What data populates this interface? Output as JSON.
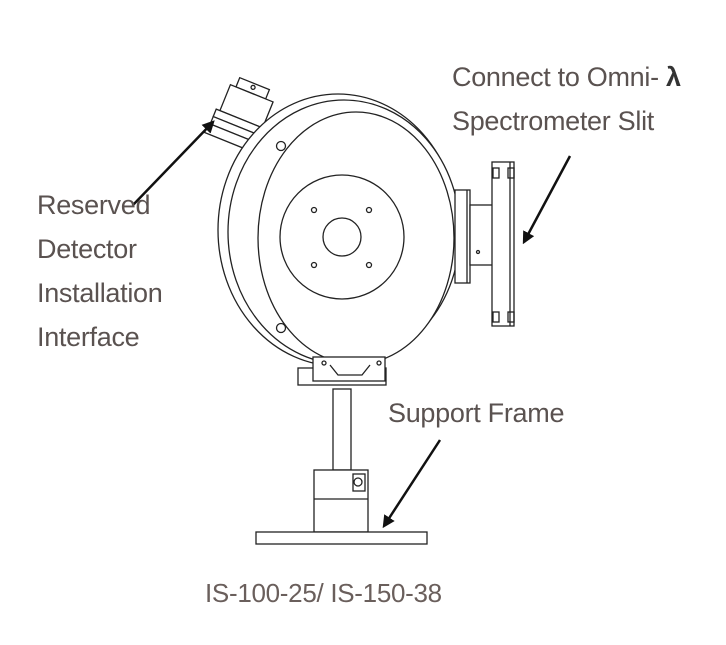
{
  "labels": {
    "detector": [
      "Reserved",
      "Detector",
      "Installation",
      "Interface"
    ],
    "spectrometer": {
      "line1": "Connect to Omni-",
      "symbol": "λ",
      "line2": "Spectrometer Slit"
    },
    "support": "Support Frame",
    "caption": "IS-100-25/ IS-150-38"
  },
  "colors": {
    "text": "#5a5250",
    "line": "#222222"
  }
}
